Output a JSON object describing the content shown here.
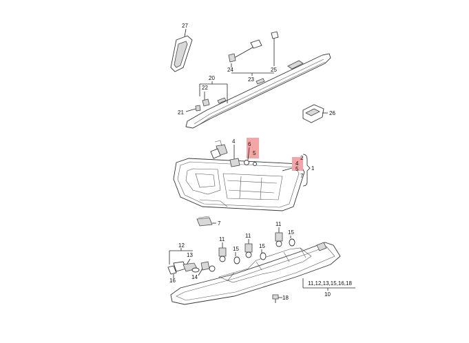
{
  "diagram": {
    "highlight_color": "#f3a6a6",
    "labels": {
      "p27": "27",
      "p24": "24",
      "p25": "25",
      "p23": "23",
      "p20": "20",
      "p22": "22",
      "p21": "21",
      "p26": "26",
      "p4": "4",
      "p6": "6",
      "p5": "5",
      "r2": "2",
      "r4": "4",
      "r5": "5",
      "r7": "7",
      "r1": "1",
      "p7": "7",
      "p12": "12",
      "p13": "13",
      "p16": "16",
      "p14": "14",
      "p11a": "11",
      "p15a": "15",
      "p11b": "11",
      "p15b": "15",
      "p11c": "11",
      "p15c": "15",
      "group10": "11,12,13,15,16,18",
      "p10": "10",
      "p18": "18"
    }
  }
}
